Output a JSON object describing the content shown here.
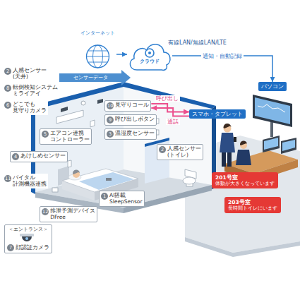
{
  "diagram": {
    "nodes": [
      {
        "text": [
          "インターネット"
        ]
      },
      {
        "text": [
          "クラウド"
        ]
      },
      {
        "text": [
          "2",
          "人感センサー (天井)"
        ]
      },
      {
        "text": [
          "8",
          "転倒検知システム ミライアイ"
        ]
      },
      {
        "text": [
          "6",
          "どこでも 見守りカメラ"
        ]
      },
      {
        "text": [
          "10",
          "見守りコール"
        ]
      },
      {
        "text": [
          "9",
          "呼び出しボタン"
        ]
      },
      {
        "text": [
          "5",
          "エアコン連携 コントローラー"
        ]
      },
      {
        "text": [
          "3",
          "温湿度センサー"
        ]
      },
      {
        "text": [
          "4",
          "あけしめセンサー"
        ]
      },
      {
        "text": [
          "2",
          "人感センサー (トイレ)"
        ]
      },
      {
        "text": [
          "11",
          "バイタル 計測機器連携"
        ]
      },
      {
        "text": [
          "1",
          "AI搭載 SleepSensor"
        ]
      },
      {
        "text": [
          "12",
          "排泄予測デバイス DFree"
        ]
      },
      {
        "text": [
          "＜エントランス＞",
          "7",
          "顔認証カメラ"
        ]
      },
      {
        "text": [
          "スマホ・タブレット"
        ]
      },
      {
        "text": [
          "パソコン"
        ]
      },
      {
        "text": [
          "201号室",
          "体動が大きくなっています"
        ]
      },
      {
        "text": [
          "203号室",
          "長時間トイレにいます"
        ]
      }
    ],
    "edges": [
      {
        "from": 0,
        "to": 1,
        "arrow": "to"
      },
      {
        "from": 1,
        "to": 16,
        "label": "通知・自動記録",
        "arrow": "to"
      },
      {
        "from": 5,
        "to": 15,
        "label": "呼び出し",
        "arrow": "to"
      },
      {
        "from": 15,
        "to": 5,
        "label": "通話",
        "arrow": "to"
      }
    ],
    "labels": [
      "有線LAN/無線LAN/LTE",
      "センサーデータ"
    ]
  }
}
